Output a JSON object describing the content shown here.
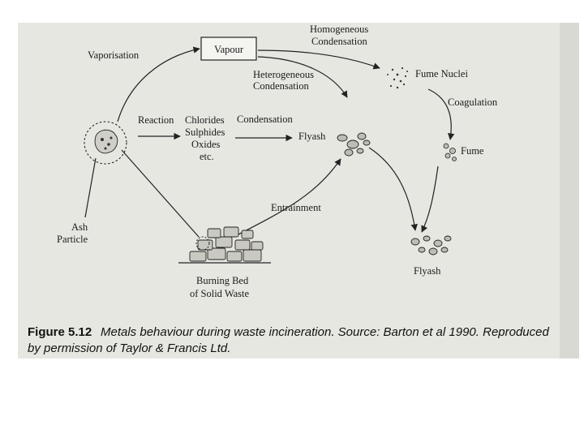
{
  "diagram": {
    "labels": {
      "vapour": "Vapour",
      "vaporisation": "Vaporisation",
      "homogeneous": "Homogeneous",
      "condensation_top": "Condensation",
      "fume_nuclei": "Fume Nuclei",
      "heterogeneous": "Heterogeneous",
      "condensation_mid": "Condensation",
      "coagulation": "Coagulation",
      "reaction": "Reaction",
      "chlorides": "Chlorides",
      "sulphides": "Sulphides",
      "oxides": "Oxides",
      "etc": "etc.",
      "condensation_small": "Condensation",
      "flyash_mid": "Flyash",
      "fume": "Fume",
      "entrainment": "Entrainment",
      "ash": "Ash",
      "particle": "Particle",
      "burning_bed": "Burning Bed",
      "of_solid_waste": "of Solid Waste",
      "flyash_bottom": "Flyash"
    },
    "caption": {
      "figure_number": "Figure 5.12",
      "line1": "Metals behaviour during waste incineration. Source: Barton et al 1990. Reproduced",
      "line2": "by permission of Taylor & Francis Ltd."
    }
  }
}
